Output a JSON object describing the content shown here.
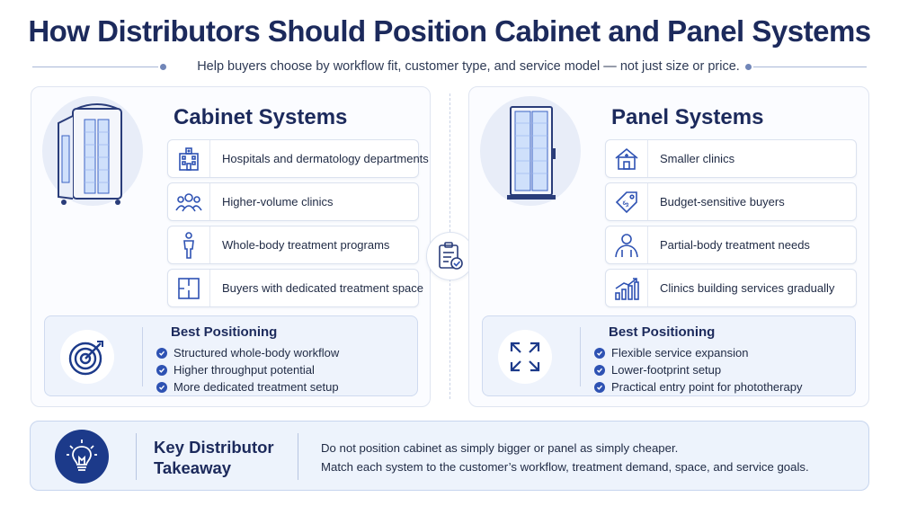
{
  "header": {
    "title": "How Distributors Should Position Cabinet and Panel Systems",
    "subtitle": "Help buyers choose by workflow fit, customer type, and service model — not just size or price."
  },
  "cabinet": {
    "title": "Cabinet Systems",
    "items": [
      {
        "icon": "hospital-icon",
        "label": "Hospitals and dermatology departments"
      },
      {
        "icon": "people-group-icon",
        "label": "Higher-volume clinics"
      },
      {
        "icon": "person-body-icon",
        "label": "Whole-body treatment programs"
      },
      {
        "icon": "floor-plan-icon",
        "label": "Buyers with dedicated treatment space"
      }
    ],
    "best": {
      "title": "Best Positioning",
      "icon": "target-icon",
      "points": [
        "Structured whole-body workflow",
        "Higher throughput potential",
        "More dedicated treatment setup"
      ]
    }
  },
  "panel": {
    "title": "Panel Systems",
    "items": [
      {
        "icon": "clinic-house-icon",
        "label": "Smaller clinics"
      },
      {
        "icon": "price-tag-icon",
        "label": "Budget-sensitive buyers"
      },
      {
        "icon": "upper-body-icon",
        "label": "Partial-body treatment needs"
      },
      {
        "icon": "growth-chart-icon",
        "label": "Clinics building services gradually"
      }
    ],
    "best": {
      "title": "Best Positioning",
      "icon": "expand-arrows-icon",
      "points": [
        "Flexible service expansion",
        "Lower-footprint setup",
        "Practical entry point for phototherapy"
      ]
    }
  },
  "takeaway": {
    "title": "Key Distributor Takeaway",
    "lines": [
      "Do not position cabinet as simply bigger or panel as simply cheaper.",
      "Match each system to the customer’s workflow, treatment demand, space, and service goals."
    ]
  },
  "colors": {
    "navy": "#1c2a5c",
    "accent": "#2e52b3",
    "panel_bg": "#fbfcff",
    "highlight_bg": "#eef3fc"
  }
}
